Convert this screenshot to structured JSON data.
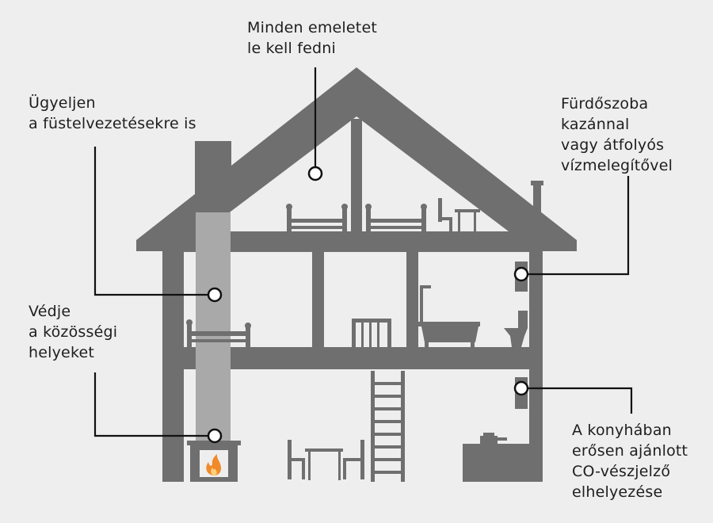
{
  "colors": {
    "background": "#eeeeee",
    "house": "#6f6f6f",
    "chimney_flue": "#a9a9a9",
    "furniture": "#6f6f6f",
    "callout_line": "#111111",
    "marker_fill": "#ffffff",
    "flame": "#f08a2a"
  },
  "callouts": {
    "top_floor": {
      "lines": [
        "Minden emeletet",
        "le kell fedni"
      ]
    },
    "flue": {
      "lines": [
        "Ügyeljen",
        "a füstelvezetésekre is"
      ]
    },
    "living": {
      "lines": [
        "Védje",
        "a közösségi",
        "helyeket"
      ]
    },
    "bathroom": {
      "lines": [
        "Fürdőszoba",
        "kazánnal",
        "vagy átfolyós",
        "vízmelegítővel"
      ]
    },
    "kitchen": {
      "lines": [
        "A konyhában",
        "erősen ajánlott",
        "CO-vészjelző",
        "elhelyezése"
      ]
    }
  },
  "icons": [
    "flame-icon",
    "detector-marker-icon"
  ]
}
